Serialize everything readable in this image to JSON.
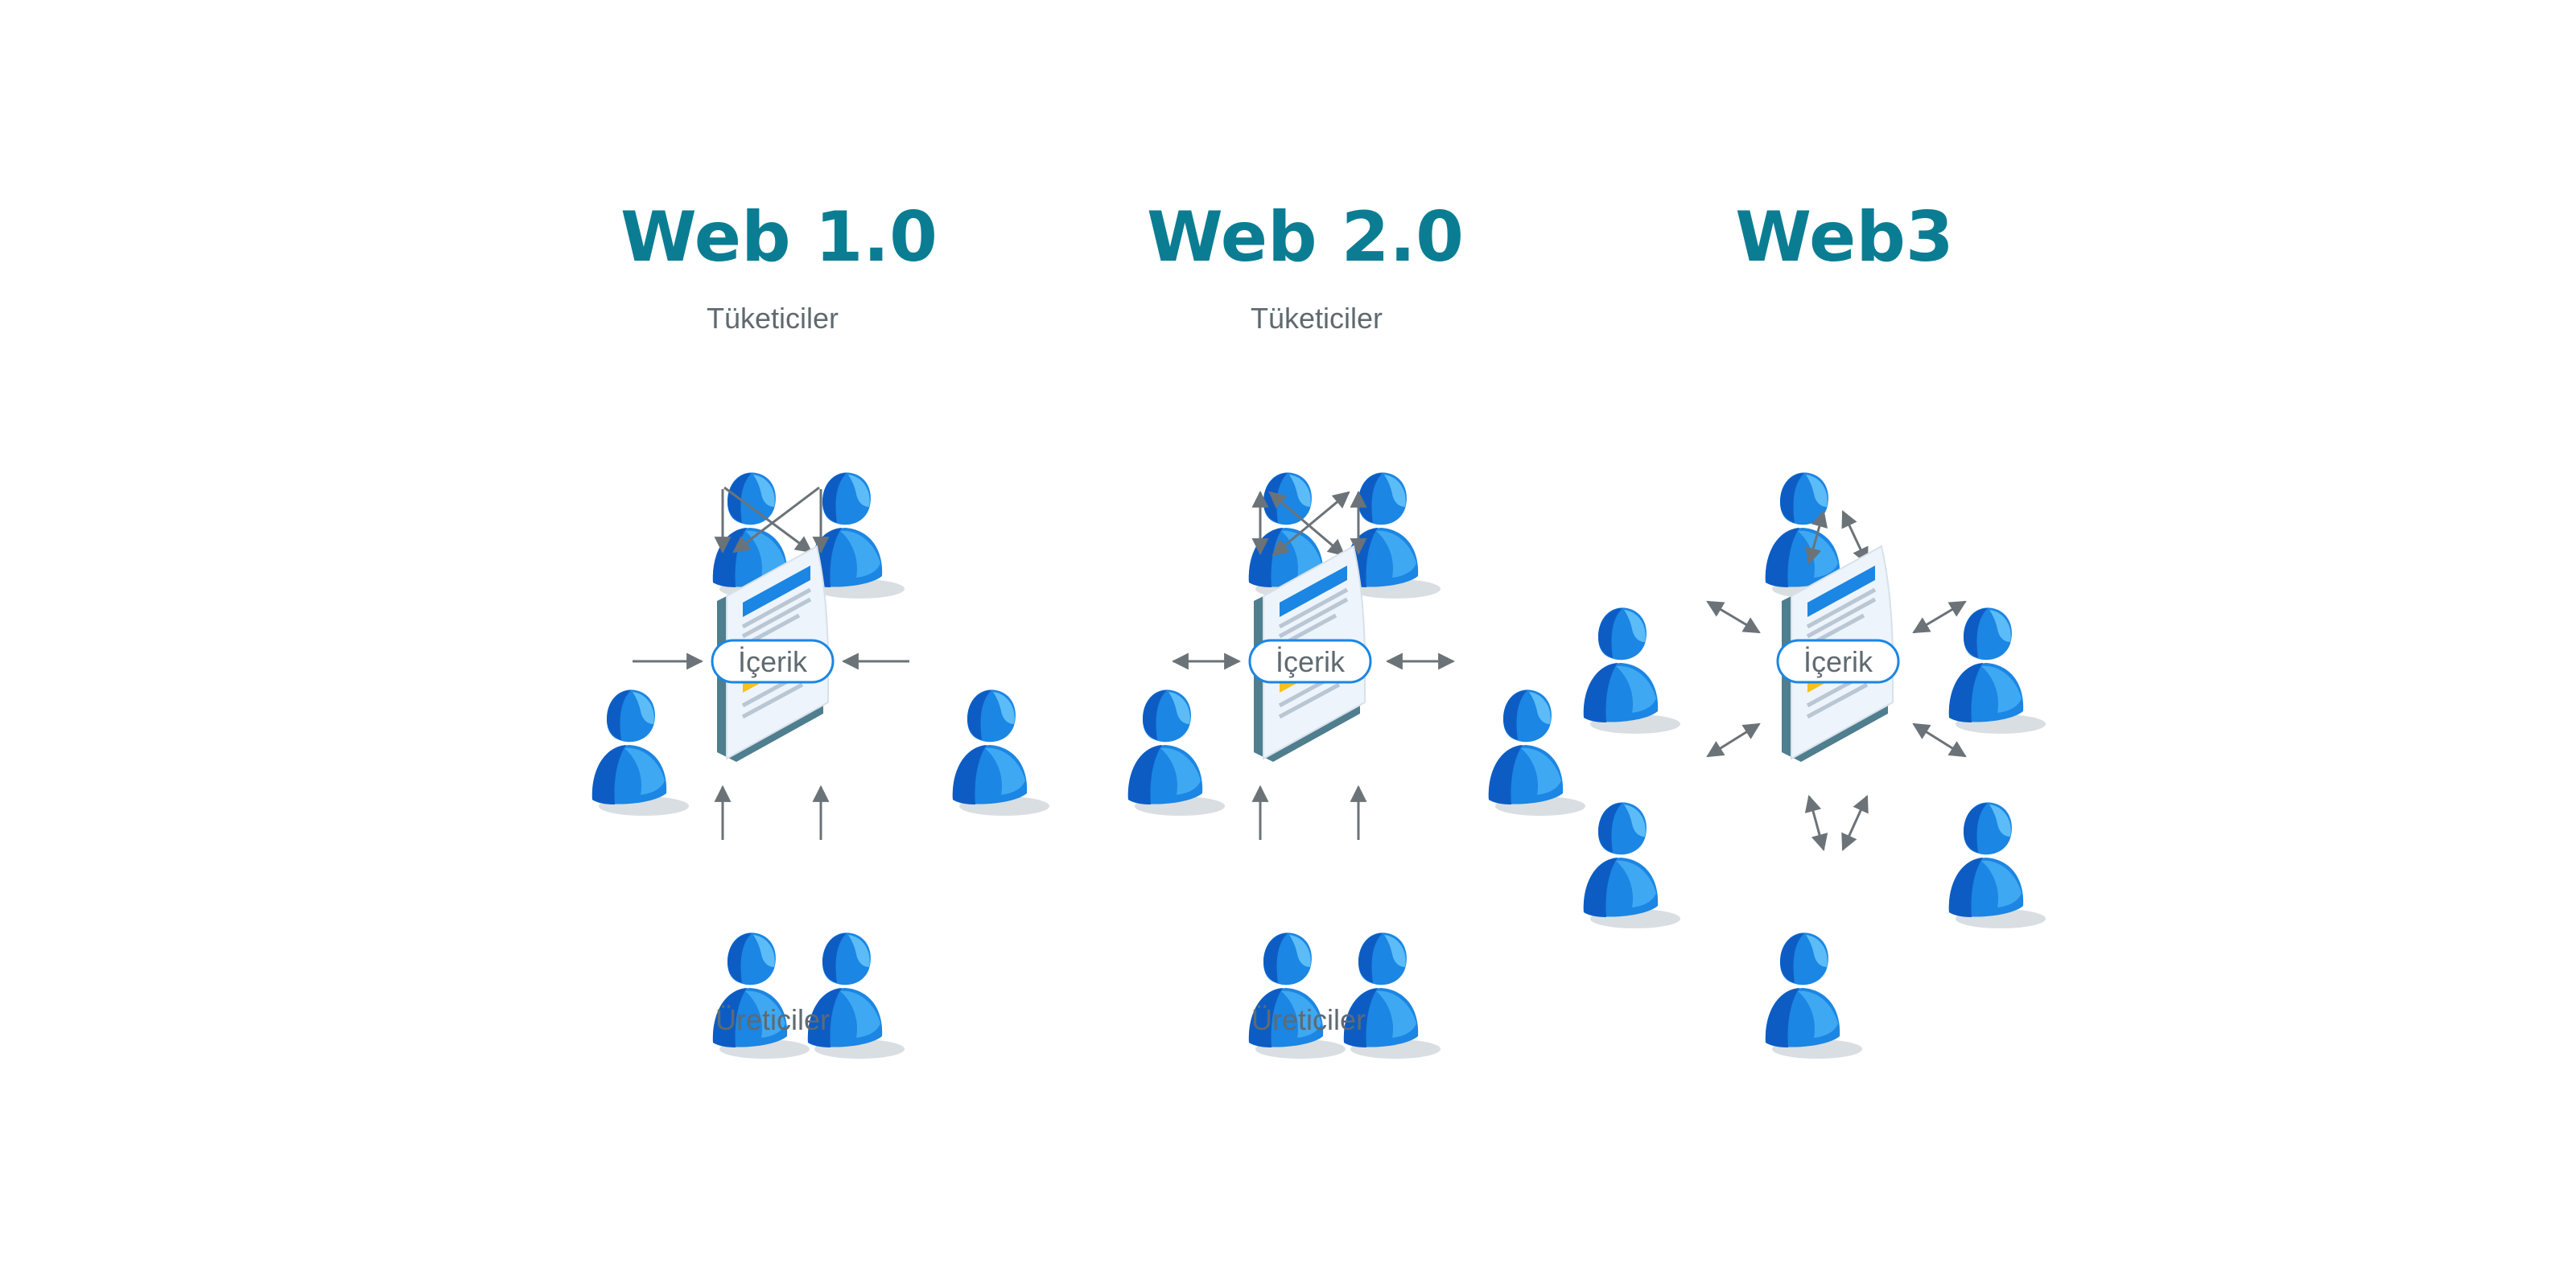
{
  "colors": {
    "title": "#0b7d93",
    "label": "#5f6a70",
    "arrow": "#6b7378",
    "user_light": "#3ea8f3",
    "user_mid": "#1b86e3",
    "user_dark": "#0d5cc4",
    "shadow": "#d9dee3",
    "doc_body": "#eef4fb",
    "doc_spine": "#4f7e8e",
    "doc_bar": "#1b86e3",
    "doc_line": "#b9c6d3",
    "doc_note": "#f6c21b",
    "chip_border": "#1b86e3",
    "chip_text": "#5f6a70"
  },
  "panels": [
    {
      "id": "web1",
      "title": "Web 1.0",
      "top_label": "Tüketiciler",
      "bottom_label": "Üreticiler",
      "content_label": "İçerik",
      "icons": [
        "person-icon",
        "document-icon",
        "arrow-icon"
      ]
    },
    {
      "id": "web2",
      "title": "Web 2.0",
      "top_label": "Tüketiciler",
      "bottom_label": "Üreticiler",
      "content_label": "İçerik",
      "icons": [
        "person-icon",
        "document-icon",
        "double-arrow-icon"
      ]
    },
    {
      "id": "web3",
      "title": "Web3",
      "top_label": "",
      "bottom_label": "",
      "content_label": "İçerik",
      "icons": [
        "person-icon",
        "document-icon",
        "double-arrow-icon"
      ]
    }
  ]
}
